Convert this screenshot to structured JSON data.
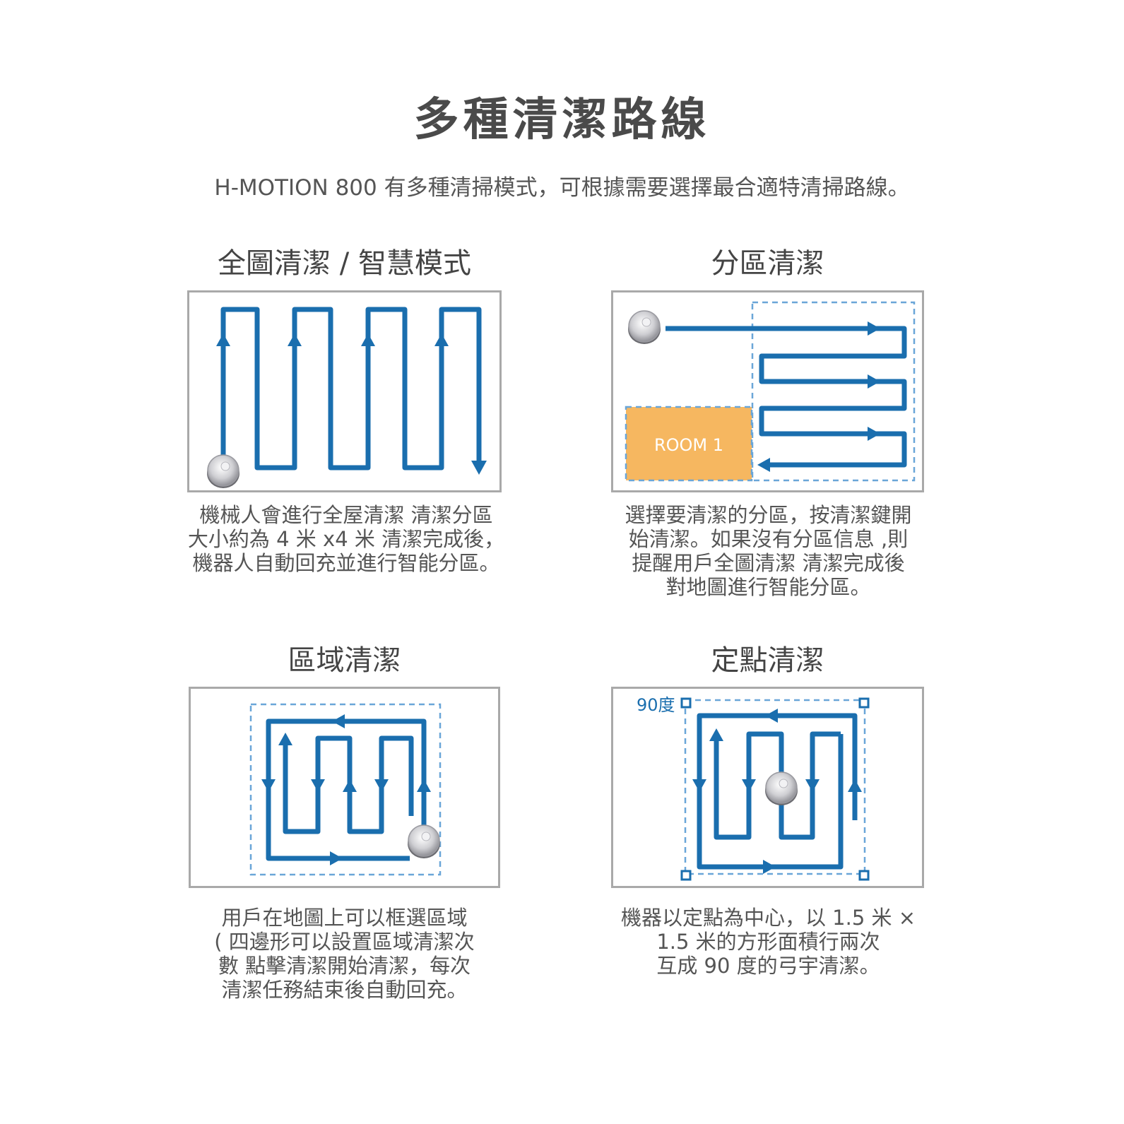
{
  "header": {
    "title": "多種清潔路線",
    "subtitle": "H-MOTION 800 有多種清掃模式，可根據需要選擇最合適特清掃路線。"
  },
  "colors": {
    "path_blue": "#1a6eae",
    "dash_blue": "#6aa6d8",
    "room_orange": "#f6b760",
    "panel_border": "#a9a9a9"
  },
  "sections": [
    {
      "title": "全圖清潔 / 智慧模式",
      "lines": [
        "機械人會進行全屋清潔 清潔分區",
        "大小約為 4 米 x4 米 清潔完成後，",
        "機器人自動回充並進行智能分區。"
      ]
    },
    {
      "title": "分區清潔",
      "room_label": "ROOM 1",
      "lines": [
        "選擇要清潔的分區，按清潔鍵開",
        "始清潔。如果沒有分區信息 ,則",
        "提醒用戶全圖清潔 清潔完成後",
        "對地圖進行智能分區。"
      ]
    },
    {
      "title": "區域清潔",
      "lines": [
        "用戶在地圖上可以框選區域",
        "( 四邊形可以設置區域清潔次",
        "數 點擊清潔開始清潔，每次",
        "清潔任務結束後自動回充。"
      ]
    },
    {
      "title": "定點清潔",
      "angle_label": "90度",
      "lines": [
        "機器以定點為中心，以 1.5 米 ×",
        "1.5 米的方形面積行兩次",
        "互成 90 度的弓宇清潔。"
      ]
    }
  ],
  "icons": [
    "robot-vacuum-icon",
    "arrow-icon"
  ]
}
